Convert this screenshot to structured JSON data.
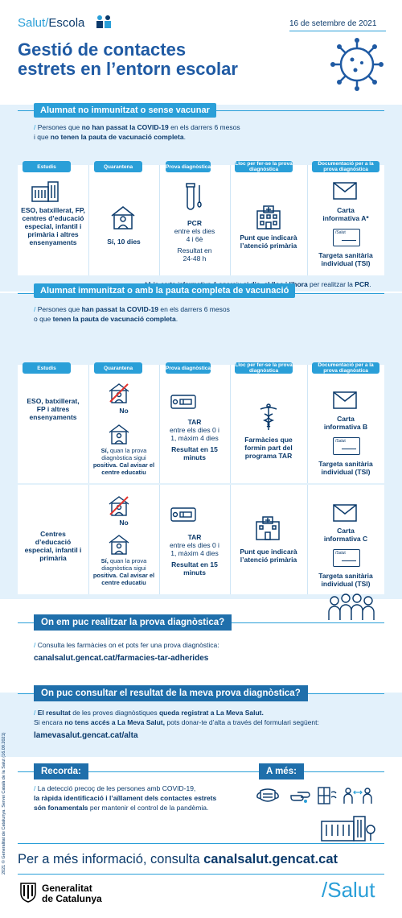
{
  "header": {
    "brand_salut": "Salut/",
    "brand_escola": "Escola",
    "date": "16 de setembre de 2021",
    "title_line1": "Gestió de contactes",
    "title_line2": "estrets en l’entorn escolar"
  },
  "section1": {
    "heading": "Alumnat no immunitzat o sense vacunar",
    "intro1_pre": "Persones que ",
    "intro1_bold": "no han passat la COVID-19",
    "intro1_post": " en els darrers 6 mesos",
    "intro2_pre": "i que ",
    "intro2_bold": "no tenen la pauta de vacunació completa",
    "intro2_post": ".",
    "columns": [
      "Estudis",
      "Quarantena",
      "Prova diagnòstica",
      "Lloc per fer-se la prova diagnòstica",
      "Documentació per a la prova diagnòstica"
    ],
    "studies": "ESO, batxillerat, FP, centres d’educació especial, infantil i primària i altres ensenyaments",
    "quarantine": "Sí, 10 dies",
    "test_name": "PCR",
    "test_days": "entre els dies 4 i 6è",
    "test_result": "Resultat en 24-48 h",
    "place": "Punt que indicarà l’atenció primària",
    "doc1": "Carta informativa A*",
    "doc2": "Targeta sanitària individual (TSI)",
    "tsi_label": "/Salut",
    "footnote_pre": "*A la carta informativa A apareix el ",
    "footnote_bold": "dia, el lloc i l’hora",
    "footnote_mid": " per realitzar la ",
    "footnote_bold2": "PCR",
    "footnote_post": "."
  },
  "section2": {
    "heading": "Alumnat immunitzat o amb la pauta completa de vacunació",
    "intro1_pre": "Persones que ",
    "intro1_bold": "han passat la COVID-19",
    "intro1_post": " en els darrers 6 mesos",
    "intro2_pre": "o que ",
    "intro2_bold": "tenen la pauta de vacunació completa",
    "intro2_post": ".",
    "columns": [
      "Estudis",
      "Quarantena",
      "Prova diagnòstica",
      "Lloc per fer-se la prova diagnòstica",
      "Documentació per a la prova diagnòstica"
    ],
    "rows": [
      {
        "studies": "ESO, batxillerat, FP i altres ensenyaments",
        "q_no": "No",
        "q_yes_bold": "Sí,",
        "q_yes_text": " quan la prova diagnòstica sigui",
        "q_yes_bold2": "positiva. Cal avisar el centre educatiu",
        "test_name": "TAR",
        "test_days": "entre els dies 0 i 1, màxim 4 dies",
        "test_result": "Resultat en 15 minuts",
        "place": "Farmàcies que formin part del programa TAR",
        "doc1": "Carta informativa B",
        "doc2": "Targeta sanitària individual (TSI)",
        "tsi_label": "/Salut"
      },
      {
        "studies": "Centres d’educació especial, infantil i primària",
        "q_no": "No",
        "q_yes_bold": "Sí,",
        "q_yes_text": " quan la prova diagnòstica sigui",
        "q_yes_bold2": "positiva. Cal avisar el centre educatiu",
        "test_name": "TAR",
        "test_days": "entre els dies 0 i 1, màxim 4 dies",
        "test_result": "Resultat en 15 minuts",
        "place": "Punt que indicarà l’atenció primària",
        "doc1": "Carta informativa C",
        "doc2": "Targeta sanitària individual (TSI)",
        "tsi_label": "/Salut"
      }
    ]
  },
  "section3": {
    "heading": "On em puc realitzar la prova diagnòstica?",
    "text": "Consulta les farmàcies on et pots fer una prova diagnòstica:",
    "link": "canalsalut.gencat.cat/farmacies-tar-adherides"
  },
  "section4": {
    "heading": "On puc consultar el resultat de la meva prova diagnòstica?",
    "l1_bold": "El resultat",
    "l1_mid": " de les proves diagnòstiques ",
    "l1_bold2": "queda registrat a La Meva Salut.",
    "l2_pre": "Si encara ",
    "l2_bold": "no tens accés a La Meva Salut,",
    "l2_post": " pots donar-te d’alta a través del formulari següent:",
    "link": "lamevasalut.gencat.cat/alta"
  },
  "section5": {
    "heading": "Recorda:",
    "more_heading": "A més:",
    "l1": "La detecció precoç de les persones amb COVID-19,",
    "l2_bold": "la ràpida identificació i l’aïllament dels contactes estrets",
    "l3_bold": "són fonamentals",
    "l3_post": " per mantenir el control de la pandèmia."
  },
  "footer": {
    "more_info": "Per a més informació, consulta ",
    "more_info_link": "canalsalut.gencat.cat",
    "gov_line1": "Generalitat",
    "gov_line2": "de Catalunya",
    "salut": "/Salut",
    "credit": "2021 © Generalitat de Catalunya. Servei Català de la Salut (16.09.2021)"
  },
  "colors": {
    "navy": "#0b3a6b",
    "cyan": "#2a9fd8",
    "band": "#e3f1fb",
    "red": "#e3342f"
  }
}
